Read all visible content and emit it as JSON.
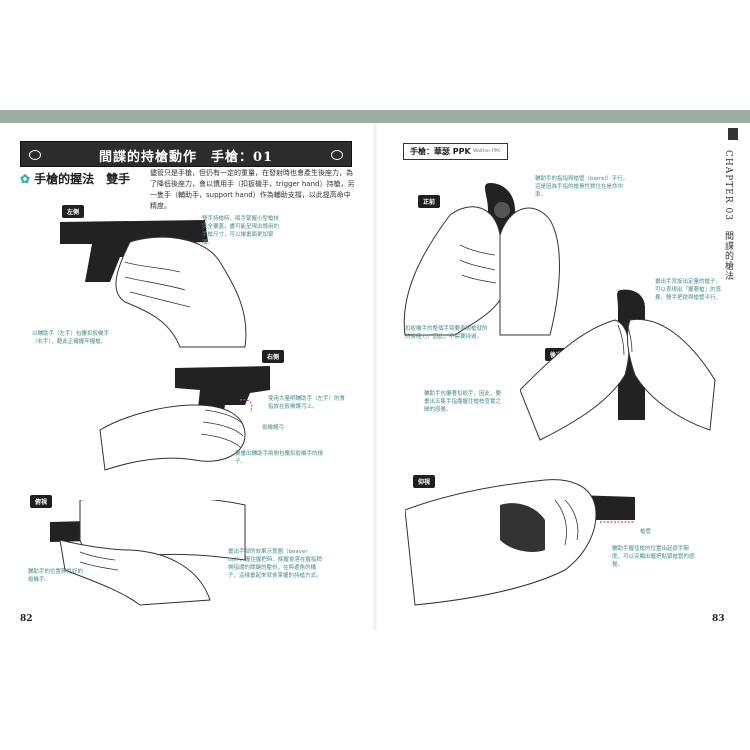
{
  "left_page": {
    "title": "間諜的持槍動作　手槍：01",
    "subtitle_label": "手槍的握法　雙手",
    "intro": "儘管只是手槍，但仍有一定的重量，在發射時也會產生後座力，為了降低後座力，會以慣用手（扣扳機手，trigger hand）持槍，另一隻手（輔助手，support hand）作為輔助支撐，以此提高命中精度。",
    "sections": [
      {
        "tag": "左側",
        "notes": [
          "雙手持槍時，兩手緊握小型槍枝完全覆蓋，盡可能呈現出慣用的手槍尺寸，可以讓畫面更加緊凑。",
          "以輔助手（左手）包覆扣扳機手（右手），藉此正確握牢握槍。"
        ]
      },
      {
        "tag": "右側",
        "notes": [
          "使用大量明輔助手（左手）的食指放在扳機護弓上。",
          "扳機護弓",
          "要畫出輔助手兩側包覆扣扳機手的樣子。"
        ]
      },
      {
        "tag": "俯視",
        "notes": [
          "輔助手的位置剛性好的扳機手。",
          "畫出手部的效果示意圖（beaver tail），握住握把時，條握會落在握指稍側指環的關鍵的壓份，在與邊角的構子，這樣畫起來就會掌握的持槍方式。"
        ]
      }
    ],
    "page_number": "82"
  },
  "right_page": {
    "chapter_title": "手槍：華瑟 PPK",
    "chapter_sub": "Walther PPK",
    "side_chapter": "CHAPTER 03　間諜的槍法",
    "sections": [
      {
        "tag": "正前",
        "notes": [
          "輔助手的指指與槍管（barrel）平行，這是因為手指的槍骨性質位在是命中率。",
          "扣扳機手的整個手臂要承擔槍就的的後座力，因此，不需要持過。"
        ]
      },
      {
        "tag": "後方",
        "notes": [
          "畫出手背旋出定量的槍子，可以表現出「握著槍」的感覺，雙手把提與槍管平行。",
          "輔助手包覆著扣扳手，因此，要畫出五隻手指攏握住槍枝宣實之間的感覺。"
        ]
      },
      {
        "tag": "仰視",
        "notes": [
          "槍管",
          "輔助手握住槍的位置出起提手腕度，可以突顯出握把貼緊槍管的感覺。"
        ]
      }
    ],
    "page_number": "83"
  },
  "colors": {
    "band": "#9aaea6",
    "accent": "#4a8a8a",
    "dark": "#1f1f1f",
    "pink": "#d4448a"
  }
}
